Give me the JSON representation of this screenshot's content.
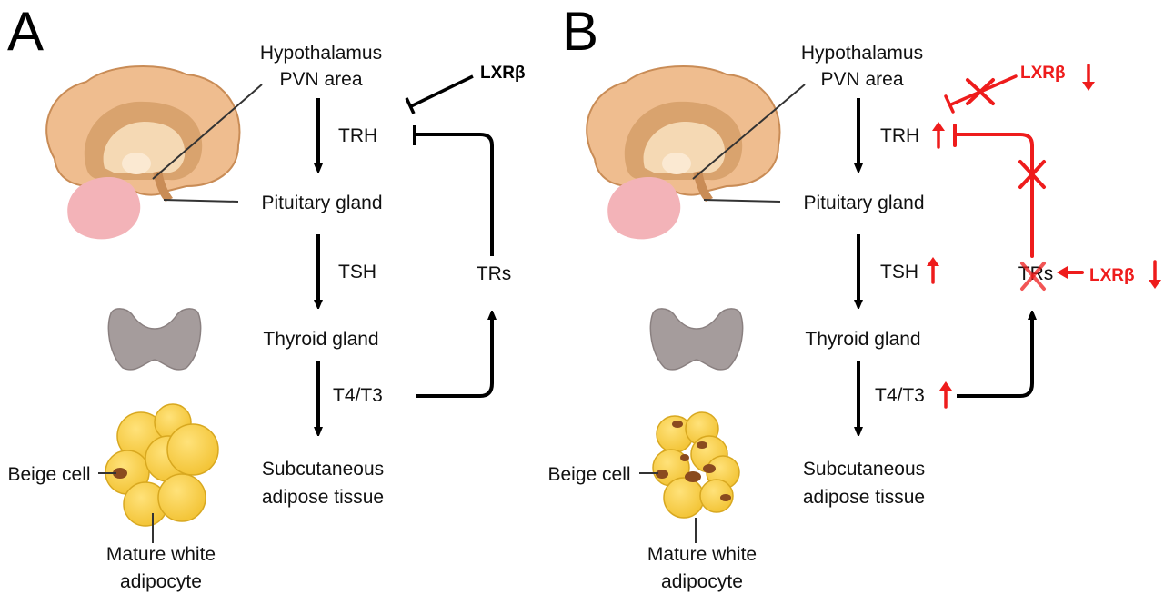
{
  "colors": {
    "arrow": "#000000",
    "changed": "#ee1c1c",
    "brain_outer": "#efbd8f",
    "brain_inner": "#d9a36e",
    "cerebellum": "#f3b3b8",
    "thyroid": "#a59c9c",
    "adipocyte": "#f7cc45",
    "beige_cell": "#8a4a1f"
  },
  "panels": [
    {
      "letter": "A",
      "hypothalamus": [
        "Hypothalamus",
        "PVN area"
      ],
      "trh": "TRH",
      "pituitary": "Pituitary gland",
      "tsh": "TSH",
      "thyroid": "Thyroid gland",
      "t4t3": "T4/T3",
      "target": [
        "Subcutaneous",
        "adipose tissue"
      ],
      "trs": "TRs",
      "lxr": "LXRβ",
      "beige": "Beige cell",
      "white": [
        "Mature white",
        "adipocyte"
      ]
    },
    {
      "letter": "B",
      "hypothalamus": [
        "Hypothalamus",
        "PVN area"
      ],
      "trh": "TRH",
      "pituitary": "Pituitary gland",
      "tsh": "TSH",
      "thyroid": "Thyroid gland",
      "t4t3": "T4/T3",
      "target": [
        "Subcutaneous",
        "adipose tissue"
      ],
      "trs": "TRs",
      "lxr_top": "LXRβ",
      "lxr_side": "LXRβ",
      "beige": "Beige cell",
      "white": [
        "Mature white",
        "adipocyte"
      ]
    }
  ]
}
